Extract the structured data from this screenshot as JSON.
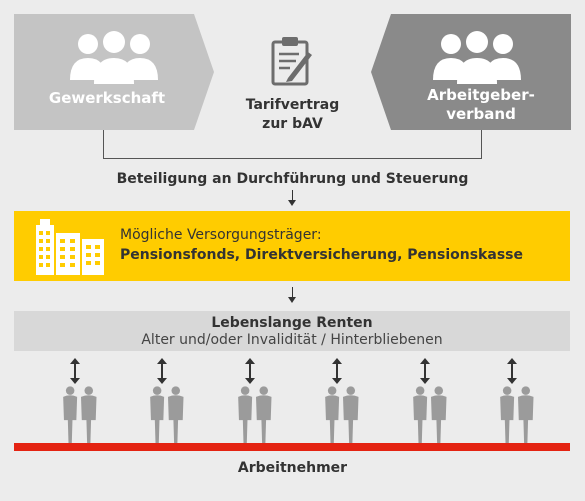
{
  "top": {
    "union": {
      "label": "Gewerkschaft",
      "icon": "people-group-icon"
    },
    "contract": {
      "line1": "Tarifvertrag",
      "line2": "zur bAV",
      "icon": "clipboard-contract-icon"
    },
    "employers": {
      "line1": "Arbeitgeber-",
      "line2": "verband",
      "icon": "people-group-icon"
    }
  },
  "participation_label": "Beteiligung an Durchführung und Steuerung",
  "providers": {
    "icon": "office-buildings-icon",
    "intro": "Mögliche Versorgungsträger:",
    "list": "Pensionsfonds,  Direktversicherung, Pensionskasse"
  },
  "pensions": {
    "title": "Lebenslange Renten",
    "subtitle": "Alter und/oder Invalidität / Hinterbliebenen"
  },
  "employees": {
    "label": "Arbeitnehmer",
    "group_icon": "worker-pair-icon",
    "link_icon": "double-arrow-icon",
    "group_count": 6
  },
  "colors": {
    "union_box": "#c4c4c4",
    "employer_box": "#8a8a8a",
    "providers_box": "#ffcc00",
    "pensions_box": "#d8d8d8",
    "baseline": "#e42312",
    "figures": "#9b9b9b",
    "background": "#ececec"
  }
}
